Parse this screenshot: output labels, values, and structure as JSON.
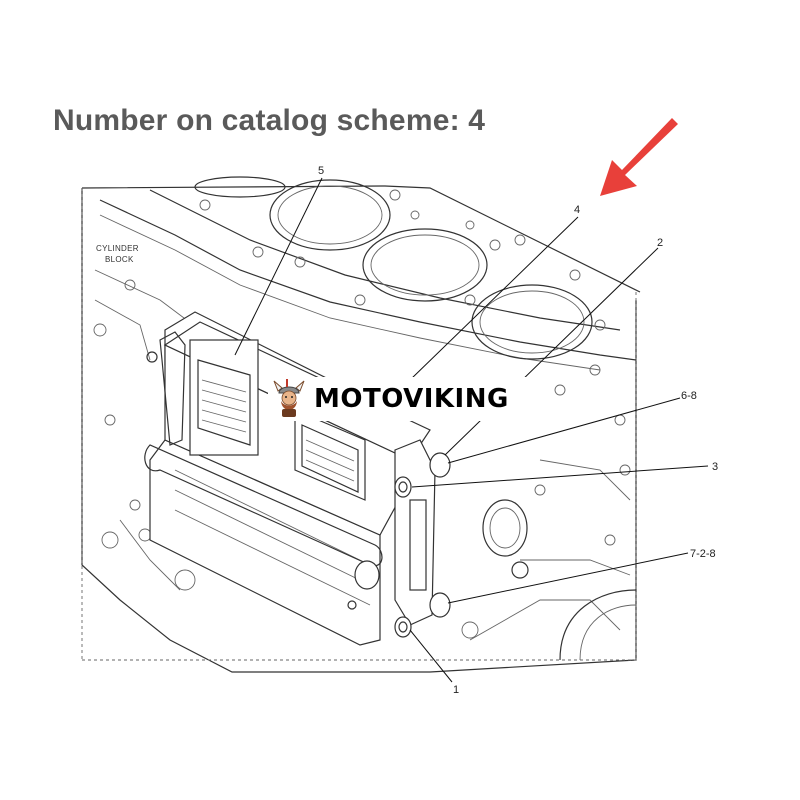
{
  "heading": "Number on catalog scheme: 4",
  "block_label_line1": "CYLINDER",
  "block_label_line2": "BLOCK",
  "callouts": {
    "c5": "5",
    "c4": "4",
    "c2": "2",
    "c68": "6-8",
    "c3": "3",
    "c728": "7-2-8",
    "c1": "1"
  },
  "logo": {
    "text": "MOTOVIKING",
    "icon": "viking-mascot-icon"
  },
  "pointer_arrow": {
    "icon": "arrow-pointer-icon",
    "color": "#e8403a"
  }
}
